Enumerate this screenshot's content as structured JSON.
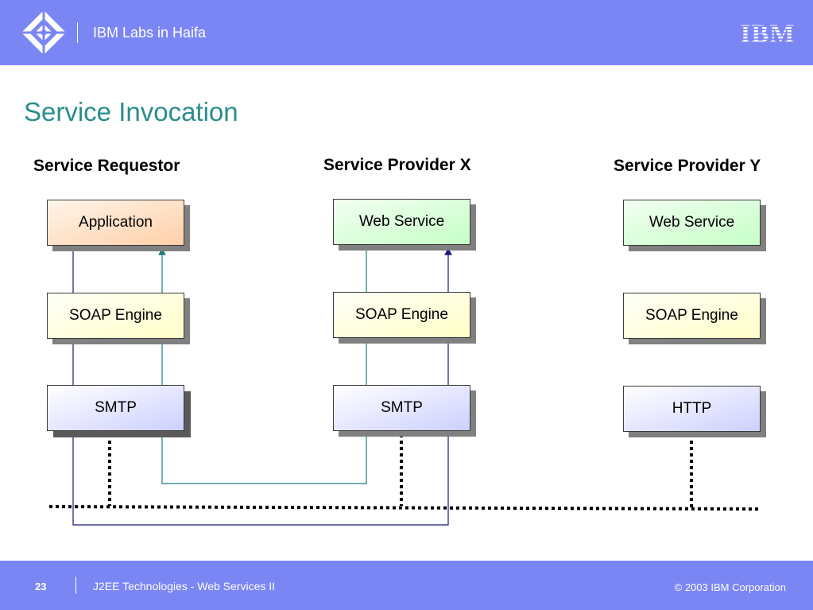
{
  "header": {
    "title": "IBM Labs in Haifa",
    "brand_logo_text": "IBM",
    "background_color": "#7b86f5"
  },
  "slide": {
    "title": "Service Invocation",
    "title_color": "#2a8d8d"
  },
  "columns": [
    {
      "title": "Service Requestor",
      "boxes": [
        {
          "label": "Application",
          "style": "orange"
        },
        {
          "label": "SOAP Engine",
          "style": "yellow"
        },
        {
          "label": "SMTP",
          "style": "blue"
        }
      ]
    },
    {
      "title": "Service Provider X",
      "boxes": [
        {
          "label": "Web Service",
          "style": "green"
        },
        {
          "label": "SOAP Engine",
          "style": "yellow"
        },
        {
          "label": "SMTP",
          "style": "blue"
        }
      ]
    },
    {
      "title": "Service Provider Y",
      "boxes": [
        {
          "label": "Web Service",
          "style": "green"
        },
        {
          "label": "SOAP Engine",
          "style": "yellow"
        },
        {
          "label": "HTTP",
          "style": "blue"
        }
      ]
    }
  ],
  "connector_colors": {
    "request_path": "#1a1a7a",
    "response_path": "#1f7a7a",
    "network": "#000000"
  },
  "footer": {
    "page_number": "23",
    "course": "J2EE Technologies - Web Services II",
    "copyright": "© 2003 IBM Corporation"
  }
}
